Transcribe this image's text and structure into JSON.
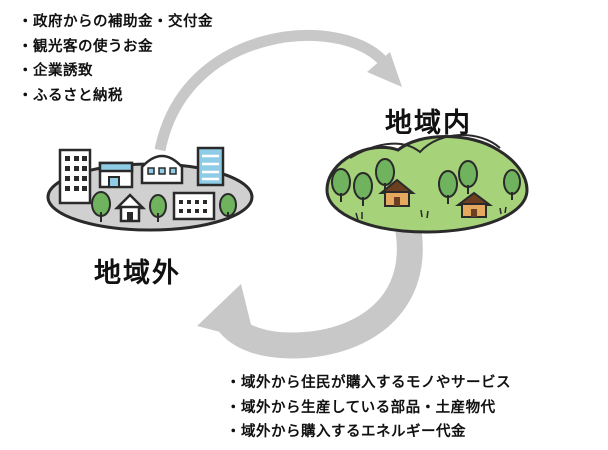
{
  "regions": {
    "inner": {
      "title": "地域内"
    },
    "outer": {
      "title": "地域外"
    }
  },
  "inflows": [
    "・政府からの補助金・交付金",
    "・観光客の使うお金",
    "・企業誘致",
    "・ふるさと納税"
  ],
  "outflows": [
    "・域外から住民が購入するモノやサービス",
    "・域外から生産している部品・土産物代",
    "・域外から購入するエネルギー代金"
  ],
  "colors": {
    "arrow": "#c8c8c8",
    "outer_ground": "#d0d0d0",
    "inner_ground": "#a6d27a",
    "outline": "#2a2a2a",
    "tree": "#6fb35e",
    "house_roof": "#6b3f1f",
    "house_wall": "#e4a85e",
    "window_blue": "#8fcde6"
  }
}
